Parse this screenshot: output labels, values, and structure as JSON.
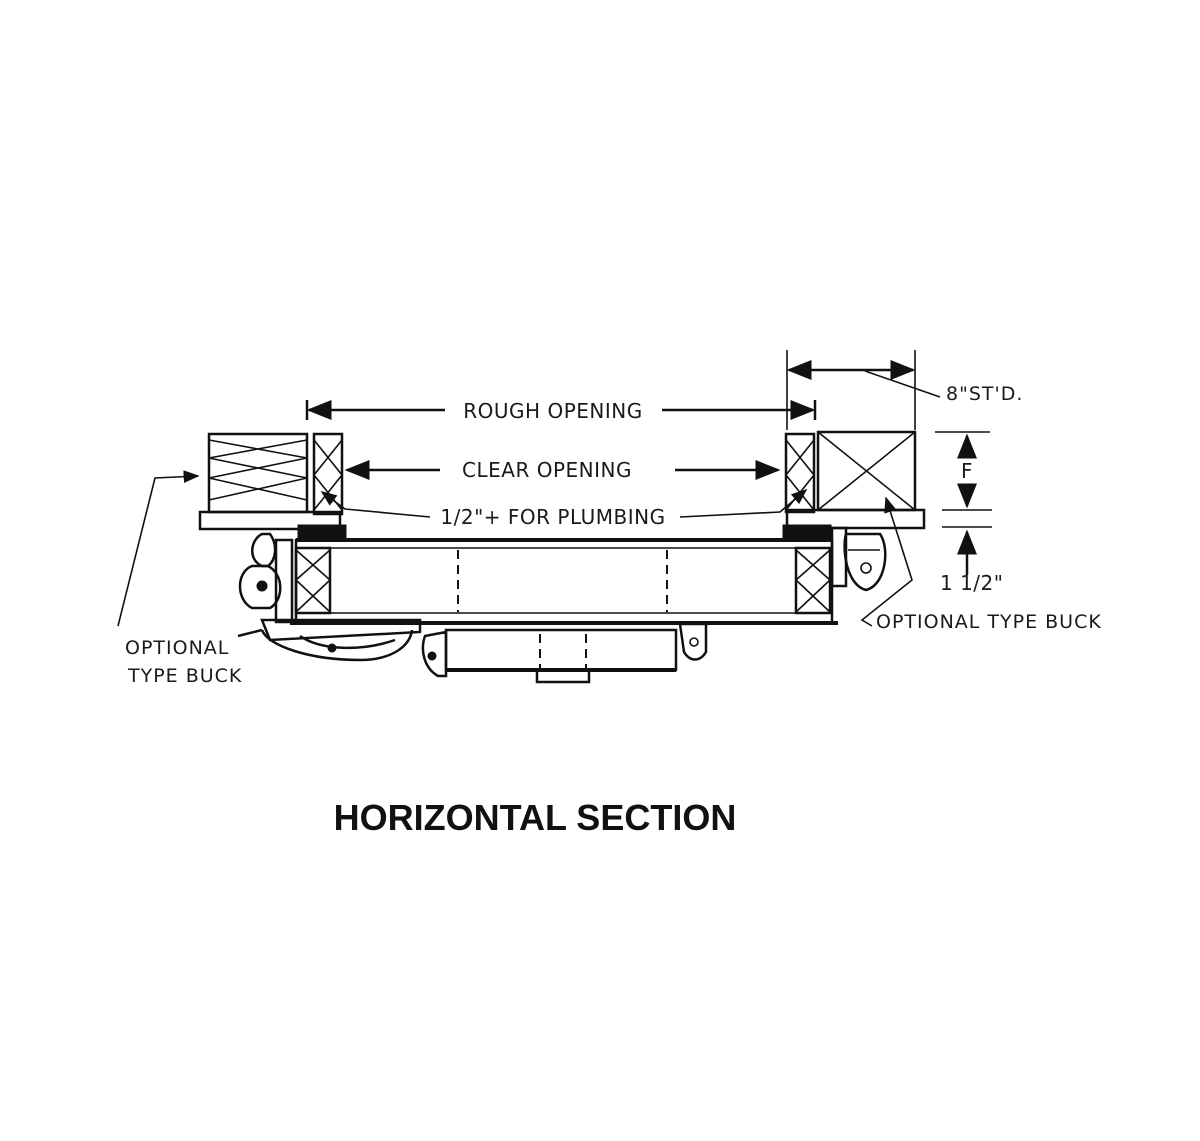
{
  "title": "HORIZONTAL SECTION",
  "labels": {
    "rough_opening": "ROUGH OPENING",
    "clear_opening": "CLEAR OPENING",
    "plumbing": "1/2\"+ FOR PLUMBING",
    "std": "8\"ST'D.",
    "f": "F",
    "one_half": "1 1/2\"",
    "optional_left_line1": "OPTIONAL",
    "optional_left_line2": "TYPE BUCK",
    "optional_right": "OPTIONAL TYPE BUCK"
  }
}
